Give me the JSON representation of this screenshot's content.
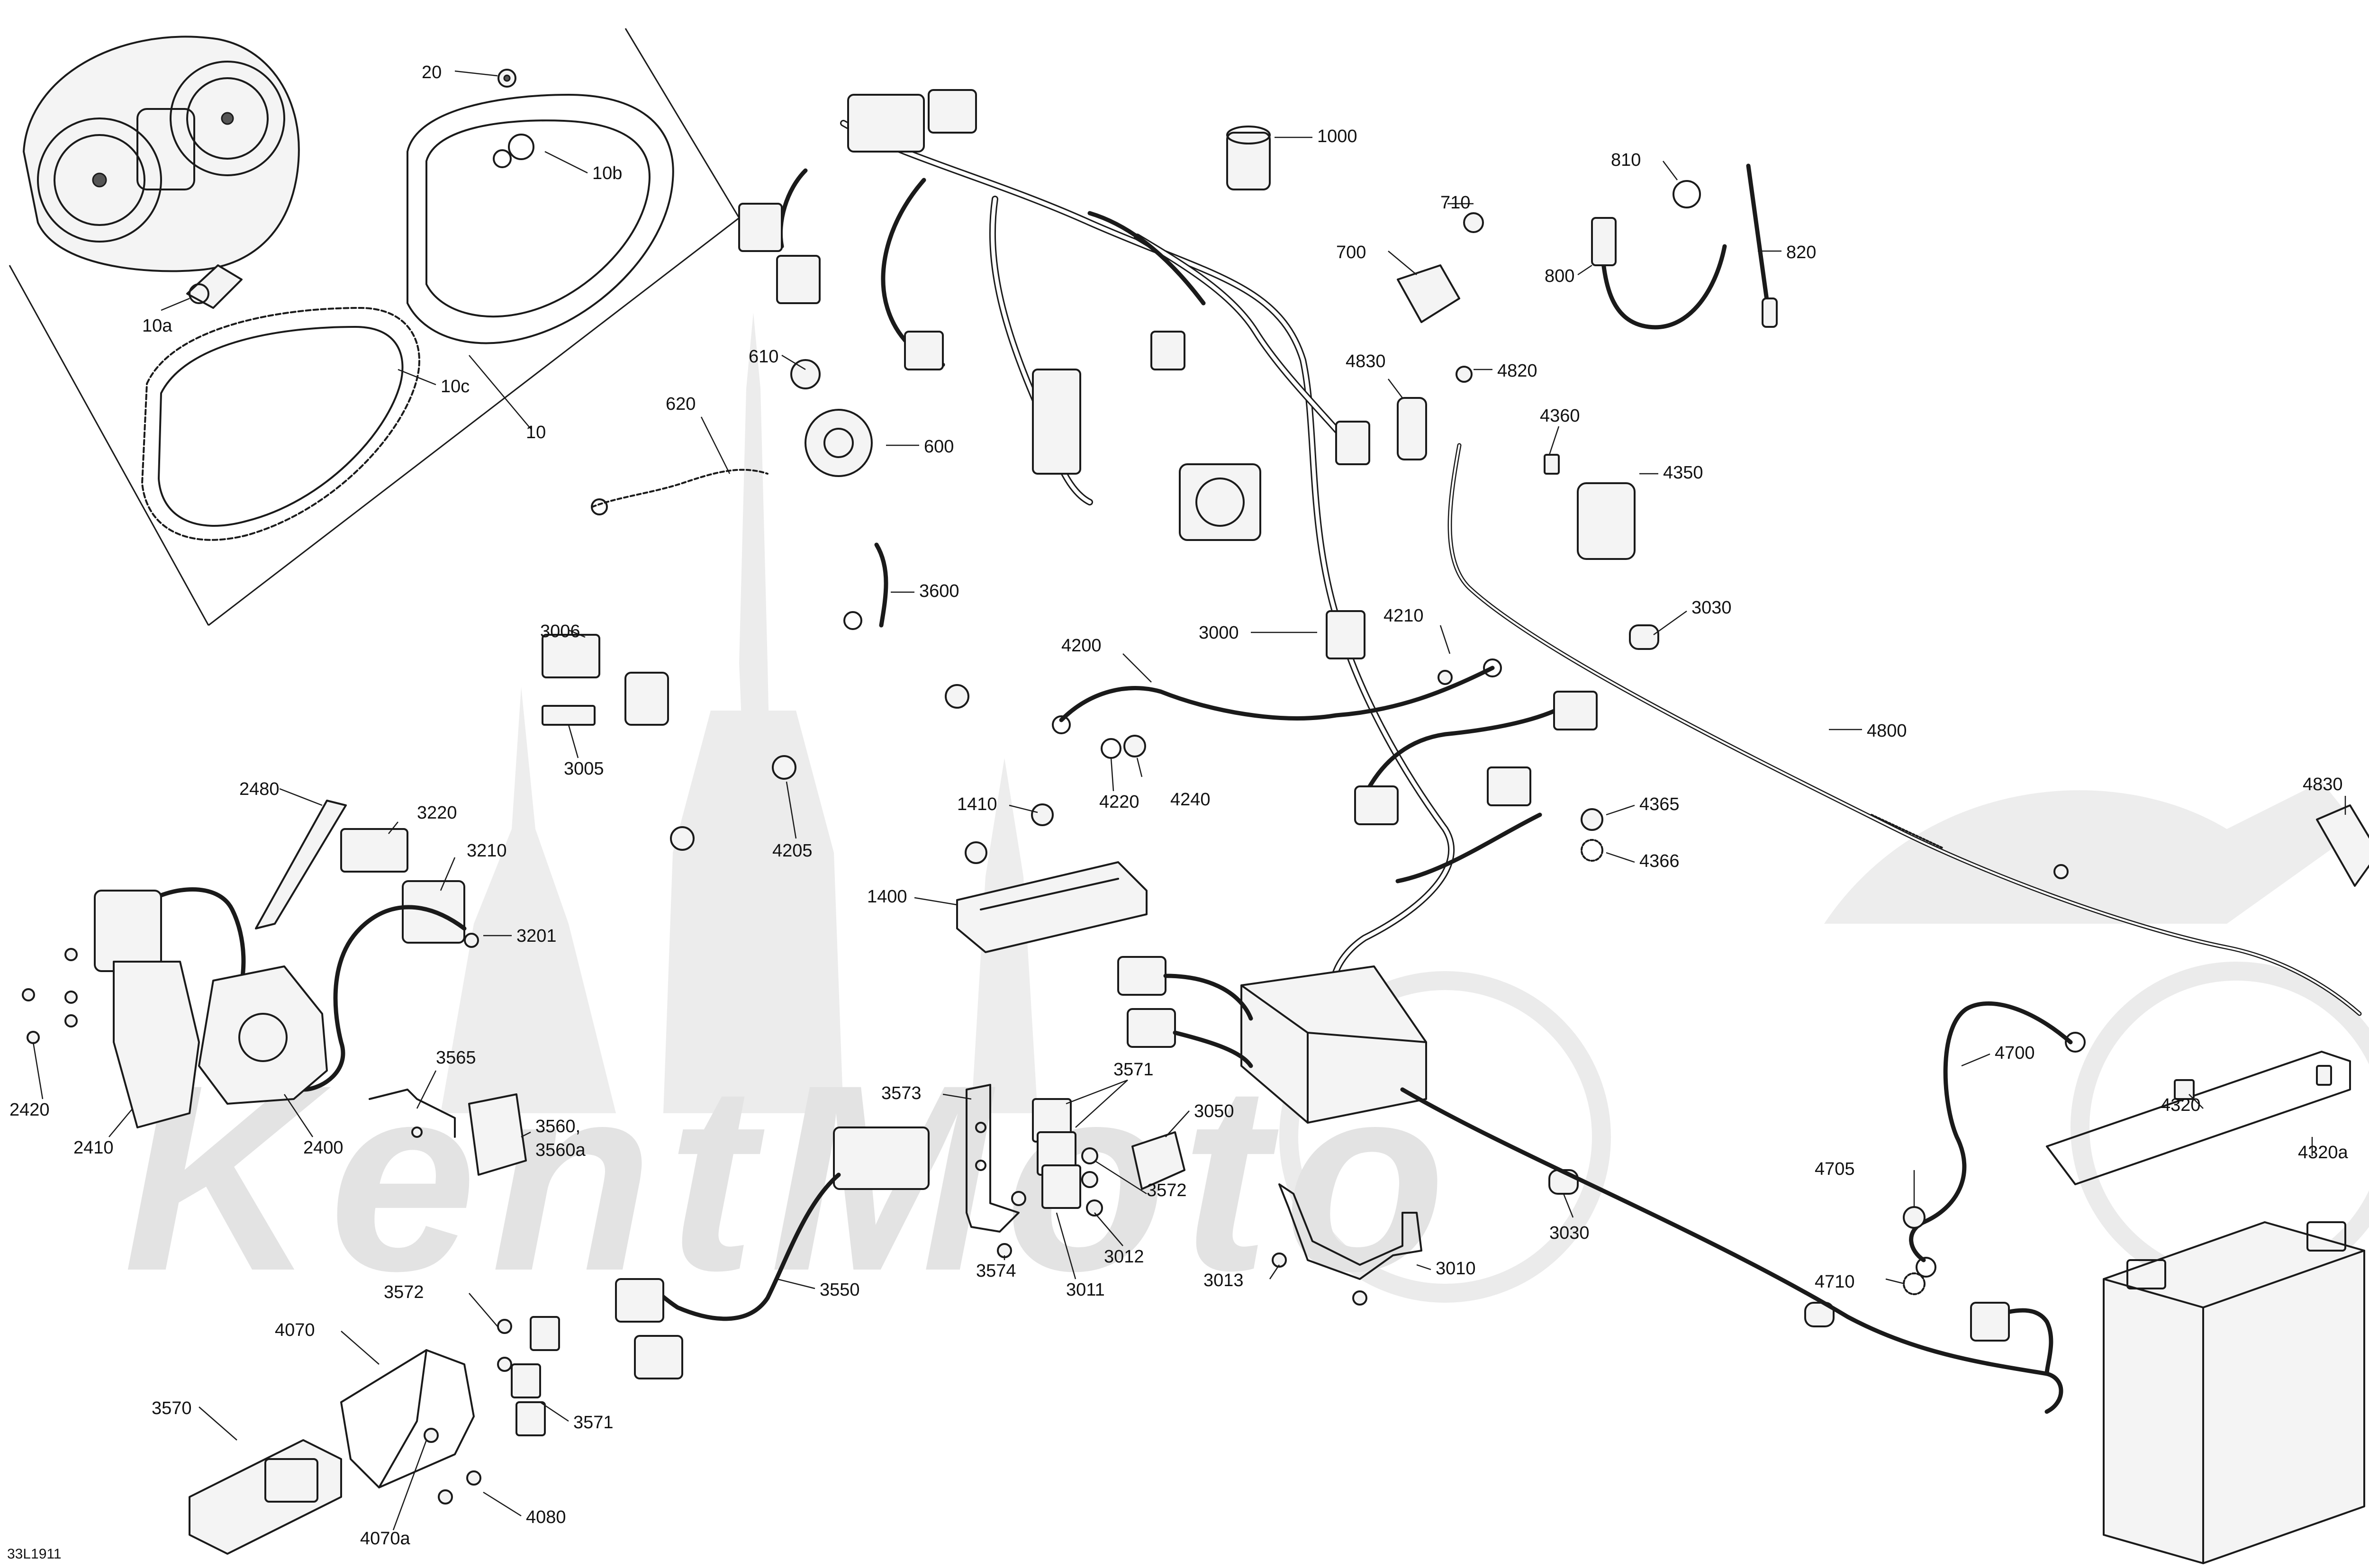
{
  "diagram": {
    "watermark": "KentMoto",
    "reference_code": "33L1911",
    "callouts": [
      {
        "label": "20"
      },
      {
        "label": "10b"
      },
      {
        "label": "10a"
      },
      {
        "label": "10c"
      },
      {
        "label": "10"
      },
      {
        "label": "1000"
      },
      {
        "label": "710"
      },
      {
        "label": "700"
      },
      {
        "label": "810"
      },
      {
        "label": "800"
      },
      {
        "label": "820"
      },
      {
        "label": "610"
      },
      {
        "label": "620"
      },
      {
        "label": "600"
      },
      {
        "label": "4830"
      },
      {
        "label": "4820"
      },
      {
        "label": "4360"
      },
      {
        "label": "4350"
      },
      {
        "label": "3600"
      },
      {
        "label": "3030"
      },
      {
        "label": "3006"
      },
      {
        "label": "4200"
      },
      {
        "label": "3000"
      },
      {
        "label": "4210"
      },
      {
        "label": "3005"
      },
      {
        "label": "4800"
      },
      {
        "label": "2480"
      },
      {
        "label": "4205"
      },
      {
        "label": "4220"
      },
      {
        "label": "4240"
      },
      {
        "label": "3220"
      },
      {
        "label": "1410"
      },
      {
        "label": "4365"
      },
      {
        "label": "4830"
      },
      {
        "label": "3210"
      },
      {
        "label": "4366"
      },
      {
        "label": "1400"
      },
      {
        "label": "3201"
      },
      {
        "label": "3565"
      },
      {
        "label": "4700"
      },
      {
        "label": "3571"
      },
      {
        "label": "3573"
      },
      {
        "label": "3050"
      },
      {
        "label": "4320"
      },
      {
        "label": "2420"
      },
      {
        "label": "2410"
      },
      {
        "label": "2400"
      },
      {
        "label": "3560,"
      },
      {
        "label": "3560a"
      },
      {
        "label": "4320a"
      },
      {
        "label": "4705"
      },
      {
        "label": "3572"
      },
      {
        "label": "3030"
      },
      {
        "label": "3012"
      },
      {
        "label": "4710"
      },
      {
        "label": "3574"
      },
      {
        "label": "3011"
      },
      {
        "label": "3013"
      },
      {
        "label": "3010"
      },
      {
        "label": "3550"
      },
      {
        "label": "3572"
      },
      {
        "label": "4070"
      },
      {
        "label": "3570"
      },
      {
        "label": "3571"
      },
      {
        "label": "4080"
      },
      {
        "label": "4070a"
      }
    ]
  }
}
